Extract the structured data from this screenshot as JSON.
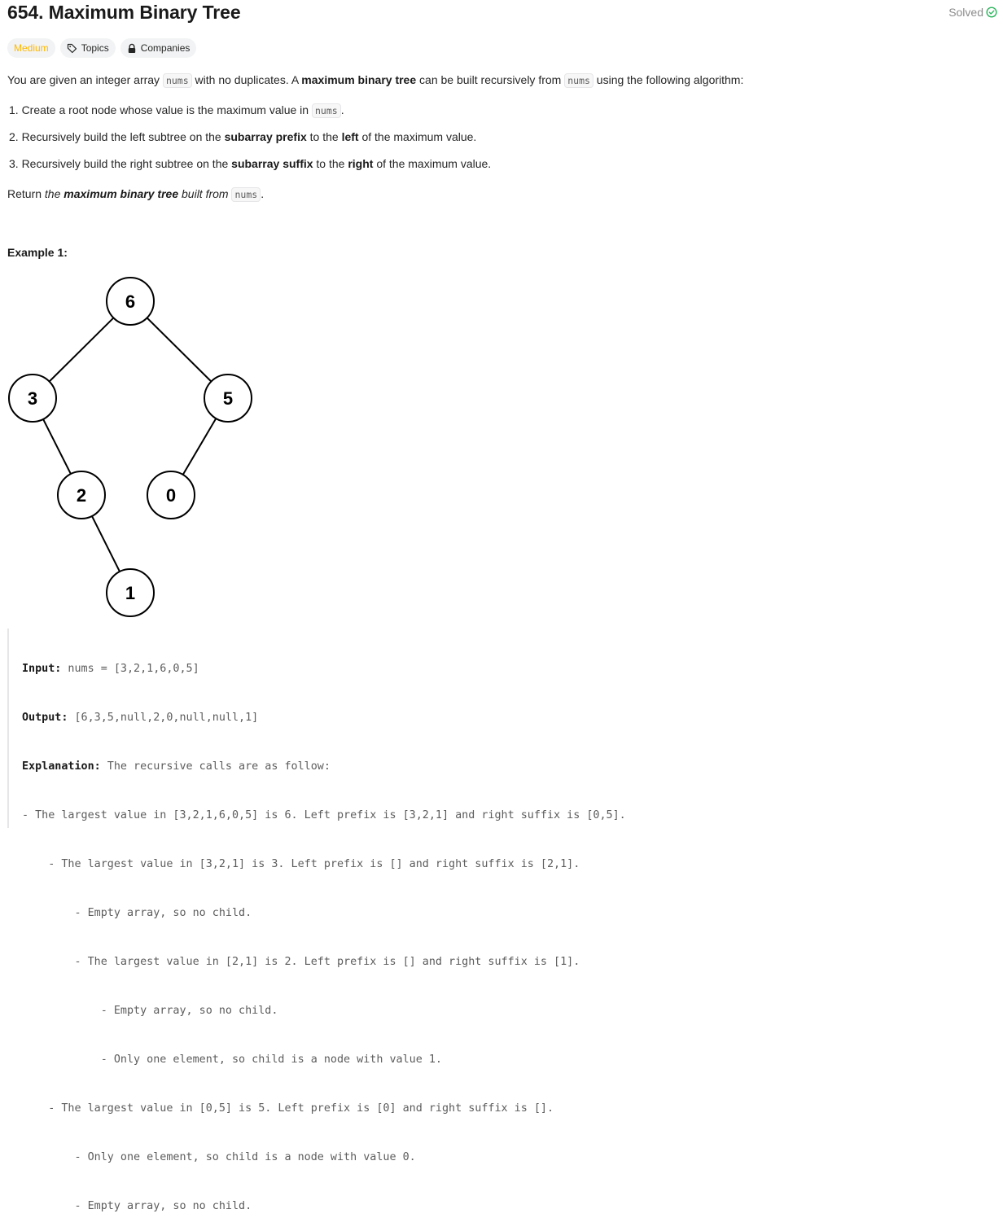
{
  "problem": {
    "title": "654. Maximum Binary Tree",
    "solved_label": "Solved",
    "difficulty": "Medium",
    "topics_label": "Topics",
    "companies_label": "Companies"
  },
  "colors": {
    "difficulty_medium": "#ffb800",
    "solved_check": "#2db55d",
    "code_bg": "#f7f7f8"
  },
  "description": {
    "intro": {
      "t1": "You are given an integer array ",
      "c1": "nums",
      "t2": " with no duplicates. A ",
      "b1": "maximum binary tree",
      "t3": " can be built recursively from ",
      "c2": "nums",
      "t4": " using the following algorithm:"
    },
    "step1": {
      "t1": "1. Create a root node whose value is the maximum value in ",
      "c1": "nums",
      "t2": "."
    },
    "step2": {
      "t1": "2. Recursively build the left subtree on the ",
      "b1": "subarray prefix",
      "t2": " to the ",
      "b2": "left",
      "t3": " of the maximum value."
    },
    "step3": {
      "t1": "3. Recursively build the right subtree on the ",
      "b1": "subarray suffix",
      "t2": " to the ",
      "b2": "right",
      "t3": " of the maximum value."
    },
    "ret": {
      "t1": "Return ",
      "i1": "the ",
      "b1": "maximum binary tree",
      "i2": " built from ",
      "c1": "nums",
      "t2": "."
    }
  },
  "example": {
    "label": "Example 1:",
    "tree_nodes": {
      "n6": "6",
      "n3": "3",
      "n5": "5",
      "n2": "2",
      "n0": "0",
      "n1": "1"
    },
    "input_key": "Input:",
    "input_val": " nums = [3,2,1,6,0,5]",
    "output_key": "Output:",
    "output_val": " [6,3,5,null,2,0,null,null,1]",
    "explanation_key": "Explanation:",
    "explanation_val": " The recursive calls are as follow:",
    "lines": [
      "- The largest value in [3,2,1,6,0,5] is 6. Left prefix is [3,2,1] and right suffix is [0,5].",
      "    - The largest value in [3,2,1] is 3. Left prefix is [] and right suffix is [2,1].",
      "        - Empty array, so no child.",
      "        - The largest value in [2,1] is 2. Left prefix is [] and right suffix is [1].",
      "            - Empty array, so no child.",
      "            - Only one element, so child is a node with value 1.",
      "    - The largest value in [0,5] is 5. Left prefix is [0] and right suffix is [].",
      "        - Only one element, so child is a node with value 0.",
      "        - Empty array, so no child."
    ]
  }
}
